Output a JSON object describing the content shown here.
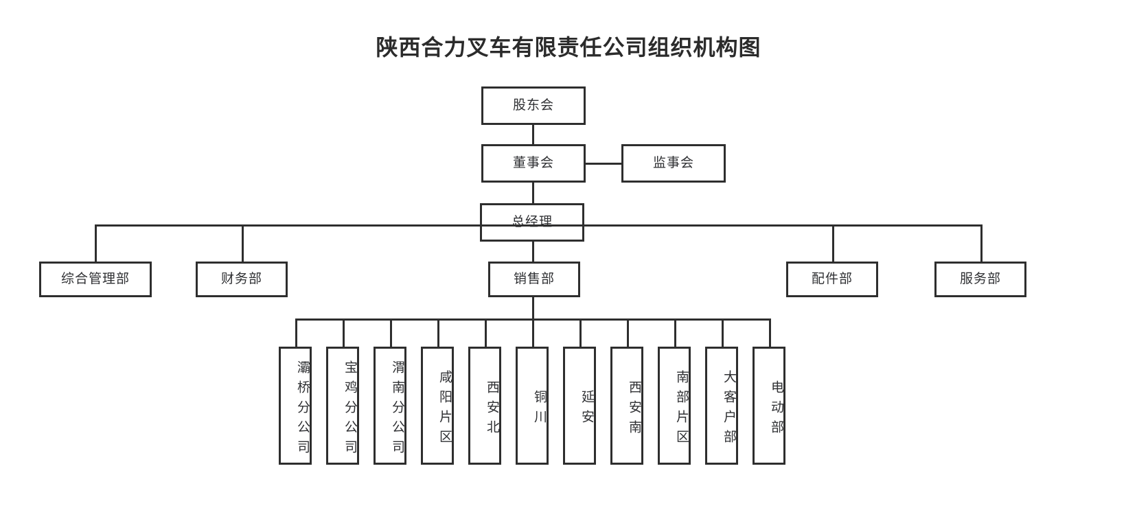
{
  "title": "陕西合力叉车有限责任公司组织机构图",
  "chart_data": {
    "type": "diagram",
    "diagram_kind": "org-chart",
    "title": "陕西合力叉车有限责任公司组织机构图",
    "orientation": "top-down",
    "levels": [
      {
        "level": 1,
        "nodes": [
          "股东会"
        ]
      },
      {
        "level": 2,
        "nodes": [
          "董事会",
          "监事会"
        ]
      },
      {
        "level": 3,
        "nodes": [
          "总经理"
        ]
      },
      {
        "level": 4,
        "nodes": [
          "综合管理部",
          "财务部",
          "销售部",
          "配件部",
          "服务部"
        ]
      },
      {
        "level": 5,
        "nodes": [
          "灞桥分公司",
          "宝鸡分公司",
          "渭南分公司",
          "咸阳片区",
          "西安北",
          "铜川",
          "延安",
          "西安南",
          "南部片区",
          "大客户部",
          "电动部"
        ]
      }
    ],
    "edges": [
      {
        "from": "股东会",
        "to": "董事会"
      },
      {
        "from": "董事会",
        "to": "监事会",
        "style": "horizontal-peer"
      },
      {
        "from": "董事会",
        "to": "总经理"
      },
      {
        "from": "总经理",
        "to": "综合管理部"
      },
      {
        "from": "总经理",
        "to": "财务部"
      },
      {
        "from": "总经理",
        "to": "销售部"
      },
      {
        "from": "总经理",
        "to": "配件部"
      },
      {
        "from": "总经理",
        "to": "服务部"
      },
      {
        "from": "销售部",
        "to": "灞桥分公司"
      },
      {
        "from": "销售部",
        "to": "宝鸡分公司"
      },
      {
        "from": "销售部",
        "to": "渭南分公司"
      },
      {
        "from": "销售部",
        "to": "咸阳片区"
      },
      {
        "from": "销售部",
        "to": "西安北"
      },
      {
        "from": "销售部",
        "to": "铜川"
      },
      {
        "from": "销售部",
        "to": "延安"
      },
      {
        "from": "销售部",
        "to": "西安南"
      },
      {
        "from": "销售部",
        "to": "南部片区"
      },
      {
        "from": "销售部",
        "to": "大客户部"
      },
      {
        "from": "销售部",
        "to": "电动部"
      }
    ],
    "colors": {
      "stroke": "#2e2e2e",
      "background": "#ffffff",
      "text": "#2f3033"
    }
  },
  "nodes": {
    "shareholders": "股东会",
    "board_of_directors": "董事会",
    "board_of_supervisors": "监事会",
    "general_manager": "总经理",
    "dept_general_admin": "综合管理部",
    "dept_finance": "财务部",
    "dept_sales": "销售部",
    "dept_parts": "配件部",
    "dept_service": "服务部"
  },
  "sales_units": [
    {
      "id": "baqiao",
      "label": "灞桥分公司"
    },
    {
      "id": "baoji",
      "label": "宝鸡分公司"
    },
    {
      "id": "weinan",
      "label": "渭南分公司"
    },
    {
      "id": "xianyang",
      "label": "咸阳片区"
    },
    {
      "id": "xian-north",
      "label": "西安北"
    },
    {
      "id": "tongchuan",
      "label": "铜川"
    },
    {
      "id": "yanan",
      "label": "延安"
    },
    {
      "id": "xian-south",
      "label": "西安南"
    },
    {
      "id": "south-area",
      "label": "南部片区"
    },
    {
      "id": "key-account",
      "label": "大客户部"
    },
    {
      "id": "electric",
      "label": "电动部"
    }
  ]
}
